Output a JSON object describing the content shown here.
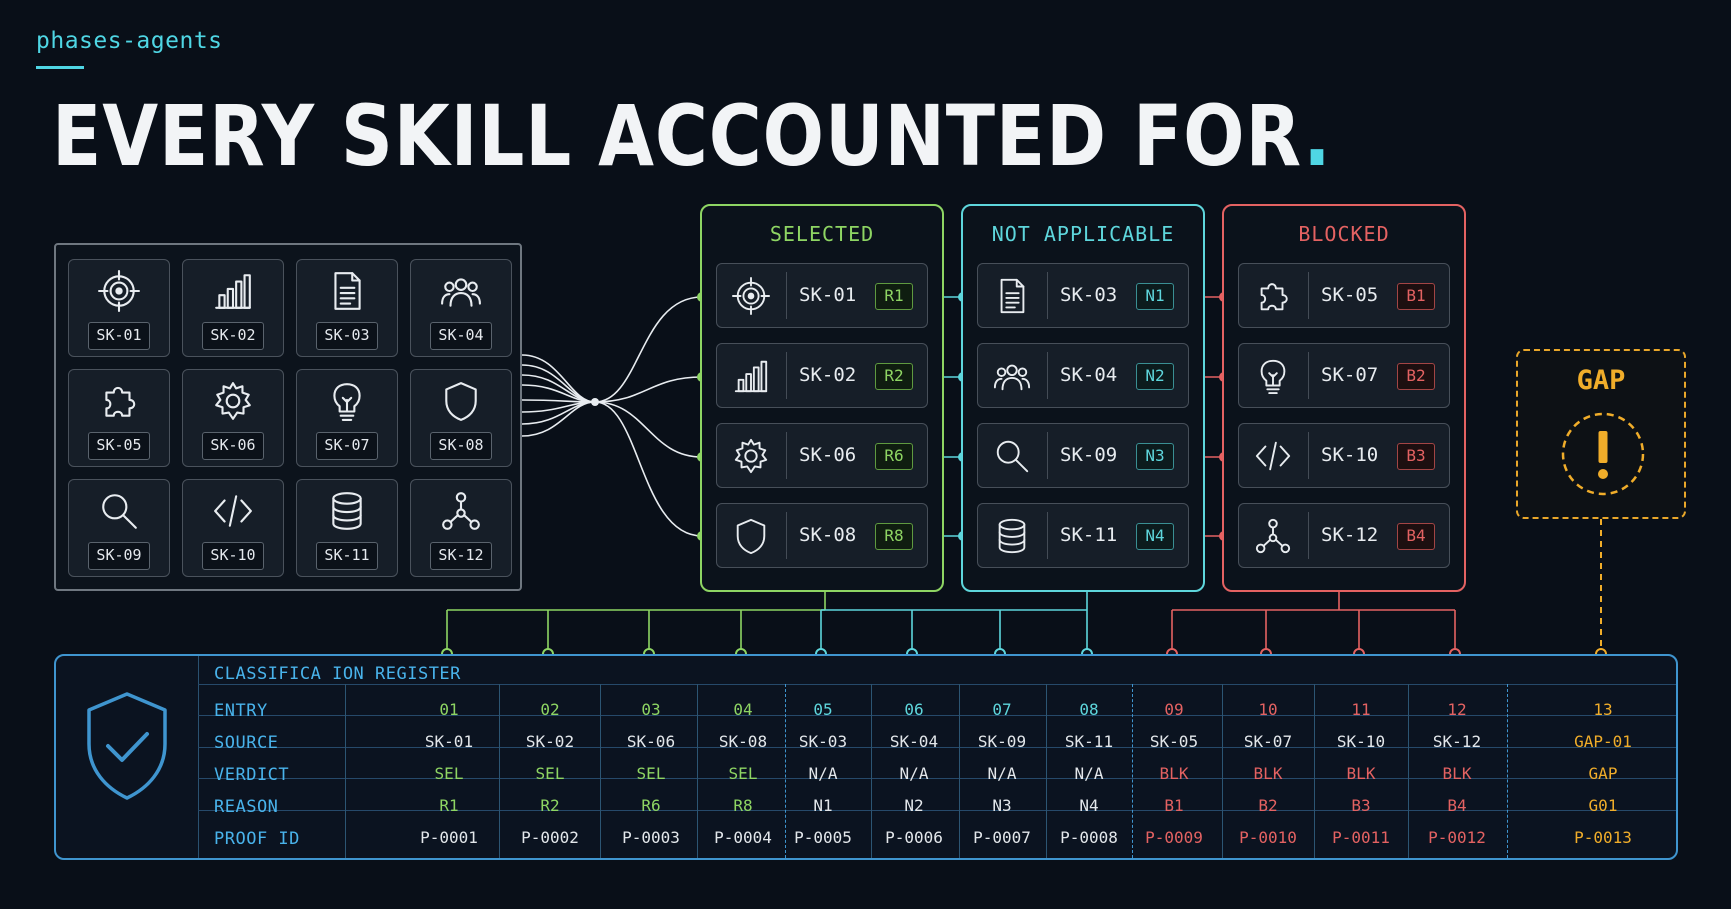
{
  "brand": "phases-agents",
  "title": "EVERY SKILL ACCOUNTED FOR",
  "title_mark": ".",
  "colors": {
    "selected": "#8ed563",
    "not_applicable": "#5ed6dc",
    "blocked": "#e46262",
    "gap": "#f0ad2a",
    "accent": "#4fd6e4"
  },
  "skills": [
    {
      "id": "SK-01",
      "icon": "target-icon"
    },
    {
      "id": "SK-02",
      "icon": "bar-chart-icon"
    },
    {
      "id": "SK-03",
      "icon": "document-icon"
    },
    {
      "id": "SK-04",
      "icon": "users-icon"
    },
    {
      "id": "SK-05",
      "icon": "puzzle-icon"
    },
    {
      "id": "SK-06",
      "icon": "gear-icon"
    },
    {
      "id": "SK-07",
      "icon": "lightbulb-icon"
    },
    {
      "id": "SK-08",
      "icon": "shield-icon"
    },
    {
      "id": "SK-09",
      "icon": "search-icon"
    },
    {
      "id": "SK-10",
      "icon": "code-icon"
    },
    {
      "id": "SK-11",
      "icon": "database-icon"
    },
    {
      "id": "SK-12",
      "icon": "network-icon"
    }
  ],
  "groups": {
    "selected": {
      "title": "SELECTED",
      "rows": [
        {
          "skill": "SK-01",
          "code": "R1",
          "icon": "target-icon"
        },
        {
          "skill": "SK-02",
          "code": "R2",
          "icon": "bar-chart-icon"
        },
        {
          "skill": "SK-06",
          "code": "R6",
          "icon": "gear-icon"
        },
        {
          "skill": "SK-08",
          "code": "R8",
          "icon": "shield-icon"
        }
      ]
    },
    "not_applicable": {
      "title": "NOT APPLICABLE",
      "rows": [
        {
          "skill": "SK-03",
          "code": "N1",
          "icon": "document-icon"
        },
        {
          "skill": "SK-04",
          "code": "N2",
          "icon": "users-icon"
        },
        {
          "skill": "SK-09",
          "code": "N3",
          "icon": "search-icon"
        },
        {
          "skill": "SK-11",
          "code": "N4",
          "icon": "database-icon"
        }
      ]
    },
    "blocked": {
      "title": "BLOCKED",
      "rows": [
        {
          "skill": "SK-05",
          "code": "B1",
          "icon": "puzzle-icon"
        },
        {
          "skill": "SK-07",
          "code": "B2",
          "icon": "lightbulb-icon"
        },
        {
          "skill": "SK-10",
          "code": "B3",
          "icon": "code-icon"
        },
        {
          "skill": "SK-12",
          "code": "B4",
          "icon": "network-icon"
        }
      ]
    }
  },
  "gap": {
    "title": "GAP",
    "icon": "warning-icon"
  },
  "register": {
    "title": "CLASSIFICA ION REGISTER",
    "icon": "shield-check-icon",
    "row_labels": {
      "entry": "ENTRY",
      "source": "SOURCE",
      "verdict": "VERDICT",
      "reason": "REASON",
      "proof": "PROOF ID"
    },
    "entries": [
      {
        "entry": "01",
        "source": "SK-01",
        "verdict": "SEL",
        "reason": "R1",
        "proof": "P-0001",
        "cat": "sel"
      },
      {
        "entry": "02",
        "source": "SK-02",
        "verdict": "SEL",
        "reason": "R2",
        "proof": "P-0002",
        "cat": "sel"
      },
      {
        "entry": "03",
        "source": "SK-06",
        "verdict": "SEL",
        "reason": "R6",
        "proof": "P-0003",
        "cat": "sel"
      },
      {
        "entry": "04",
        "source": "SK-08",
        "verdict": "SEL",
        "reason": "R8",
        "proof": "P-0004",
        "cat": "sel"
      },
      {
        "entry": "05",
        "source": "SK-03",
        "verdict": "N/A",
        "reason": "N1",
        "proof": "P-0005",
        "cat": "na"
      },
      {
        "entry": "06",
        "source": "SK-04",
        "verdict": "N/A",
        "reason": "N2",
        "proof": "P-0006",
        "cat": "na"
      },
      {
        "entry": "07",
        "source": "SK-09",
        "verdict": "N/A",
        "reason": "N3",
        "proof": "P-0007",
        "cat": "na"
      },
      {
        "entry": "08",
        "source": "SK-11",
        "verdict": "N/A",
        "reason": "N4",
        "proof": "P-0008",
        "cat": "na"
      },
      {
        "entry": "09",
        "source": "SK-05",
        "verdict": "BLK",
        "reason": "B1",
        "proof": "P-0009",
        "cat": "blk"
      },
      {
        "entry": "10",
        "source": "SK-07",
        "verdict": "BLK",
        "reason": "B2",
        "proof": "P-0010",
        "cat": "blk"
      },
      {
        "entry": "11",
        "source": "SK-10",
        "verdict": "BLK",
        "reason": "B3",
        "proof": "P-0011",
        "cat": "blk"
      },
      {
        "entry": "12",
        "source": "SK-12",
        "verdict": "BLK",
        "reason": "B4",
        "proof": "P-0012",
        "cat": "blk"
      },
      {
        "entry": "13",
        "source": "GAP-01",
        "verdict": "GAP",
        "reason": "G01",
        "proof": "P-0013",
        "cat": "gap"
      }
    ]
  }
}
